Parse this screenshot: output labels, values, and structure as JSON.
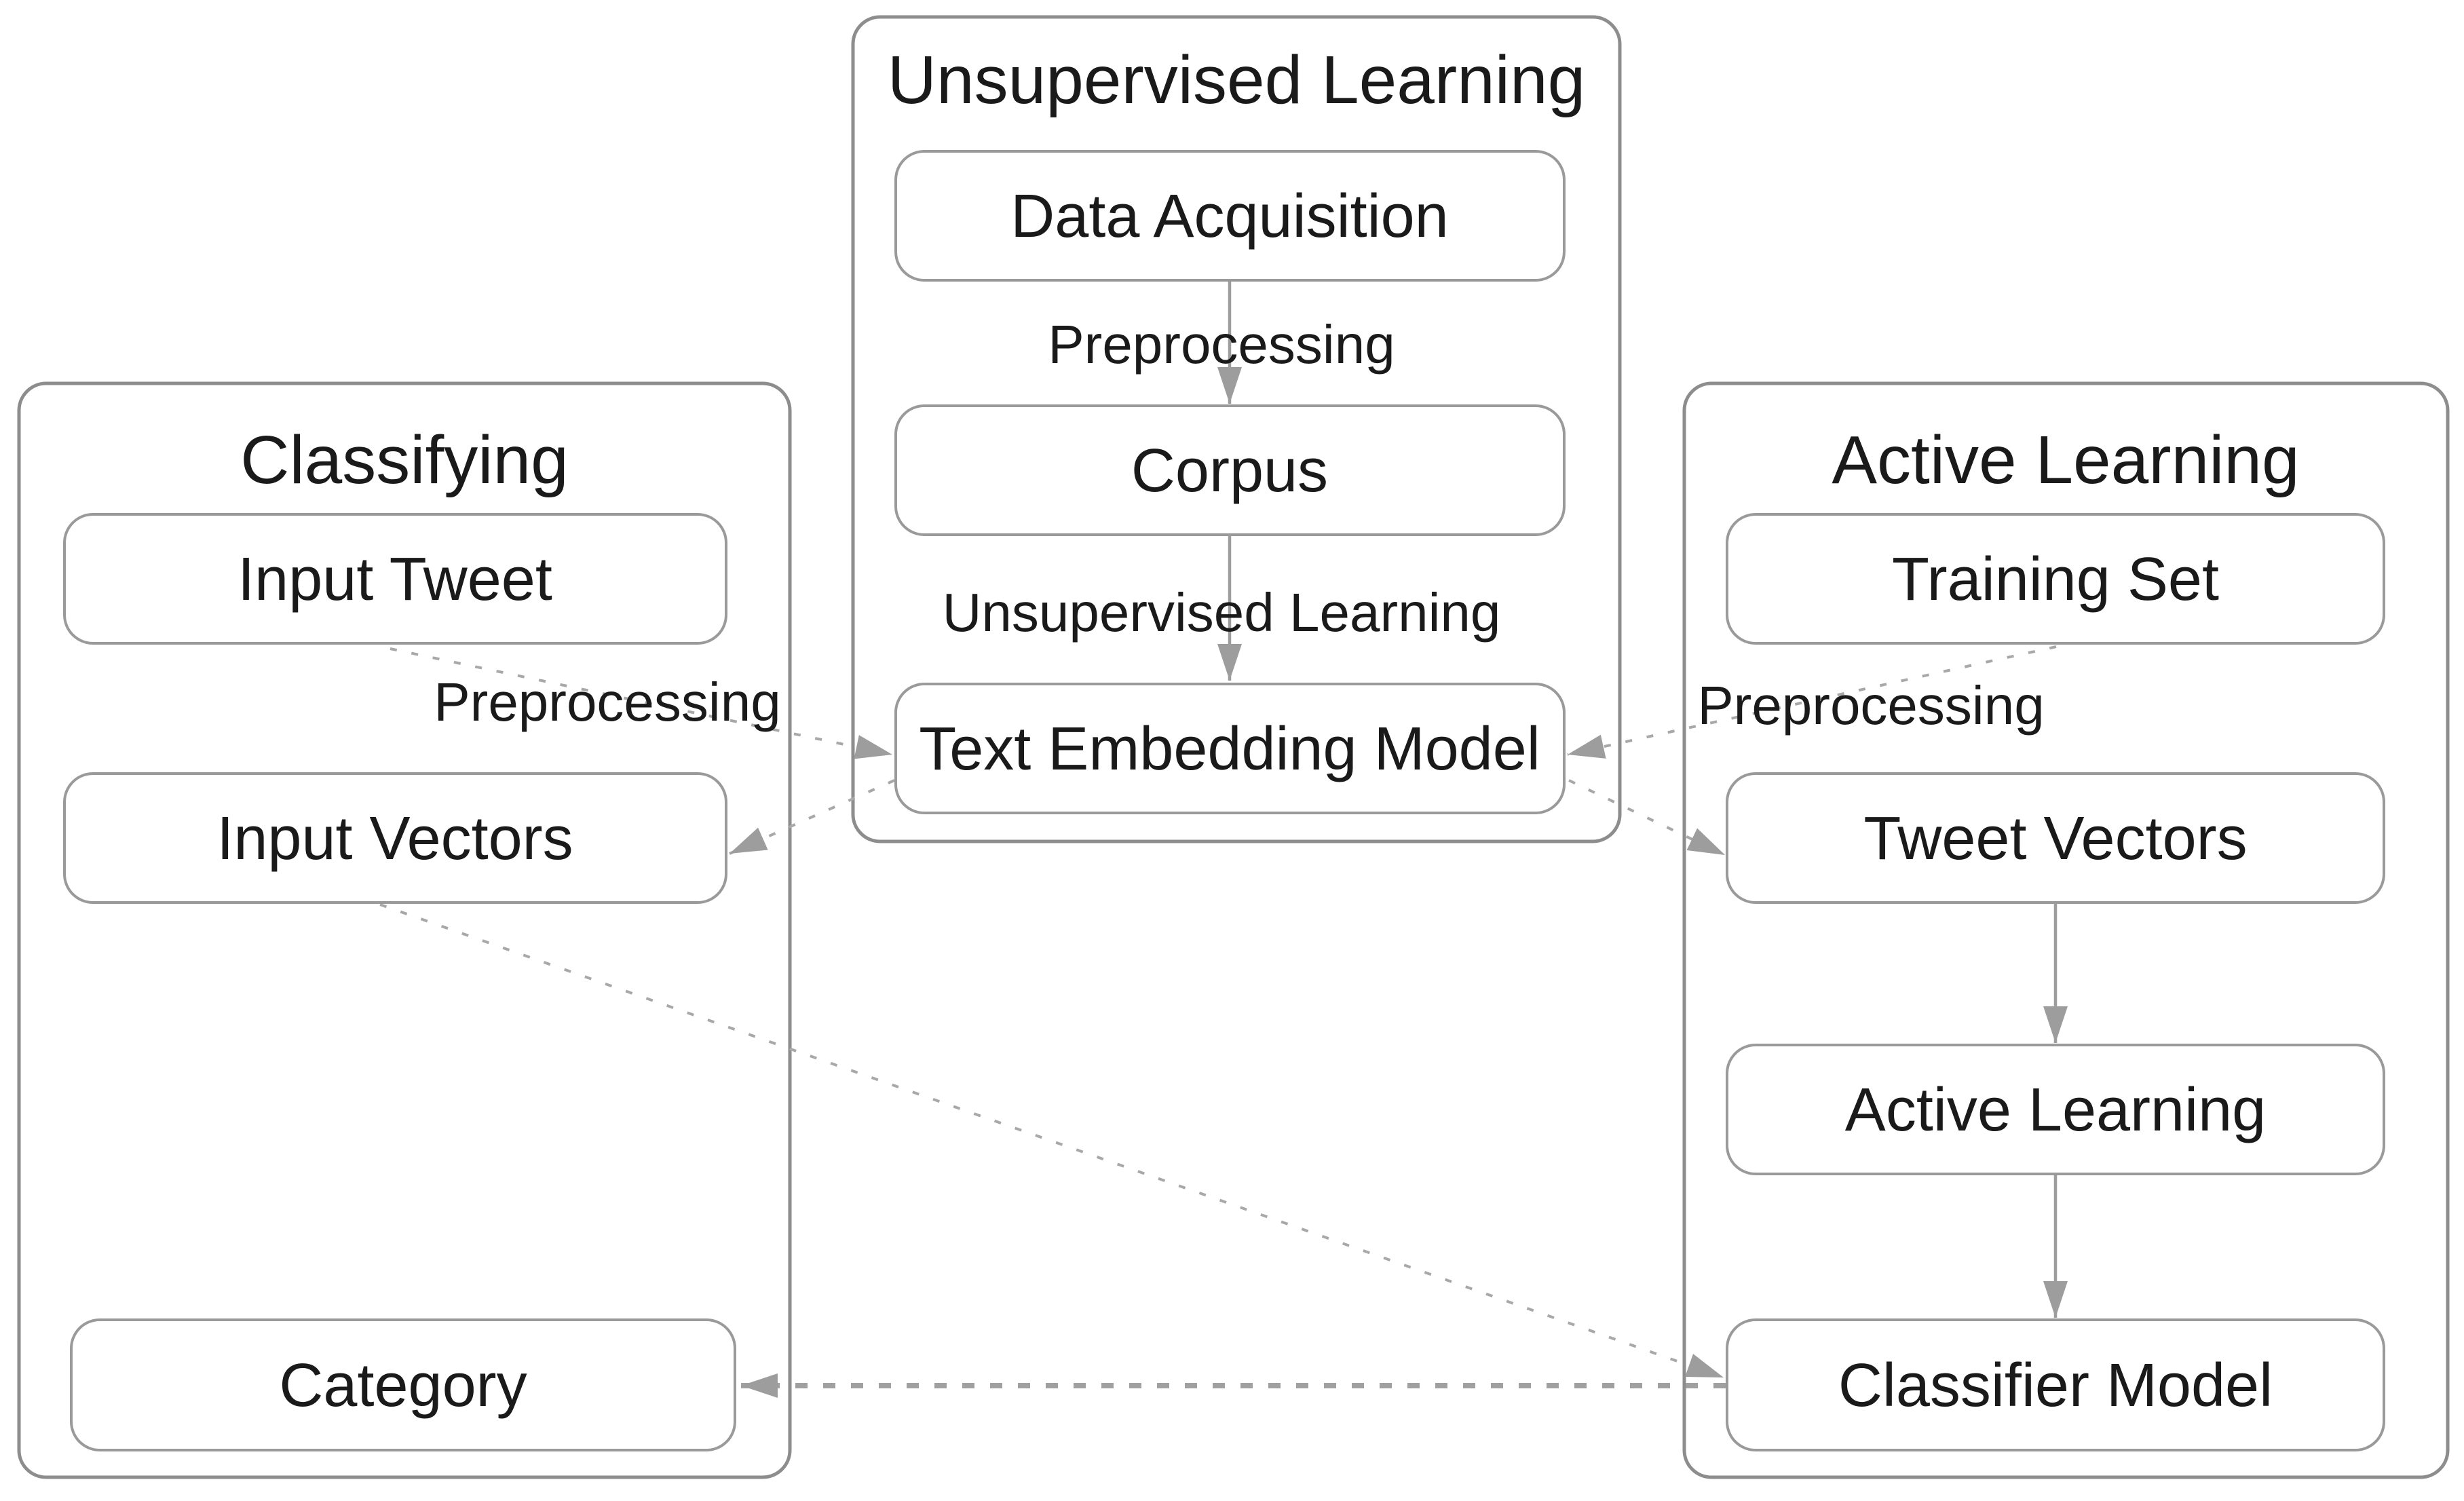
{
  "figure": {
    "type": "flow-diagram",
    "background": "#ffffff"
  },
  "colors": {
    "panel_border": "#8d8d8d",
    "box_border": "#9a9a9a",
    "arrow_gray": "#9d9d9d",
    "dashed_gray": "#a8a8a8",
    "text": "#1a1a1a"
  },
  "panels": {
    "classifying": {
      "title": "Classifying"
    },
    "unsupervised": {
      "title": "Unsupervised Learning"
    },
    "active": {
      "title": "Active Learning"
    }
  },
  "nodes": {
    "data_acquisition": "Data Acquisition",
    "corpus": "Corpus",
    "text_embedding_model": "Text Embedding Model",
    "input_tweet": "Input Tweet",
    "input_vectors": "Input Vectors",
    "category": "Category",
    "training_set": "Training Set",
    "tweet_vectors": "Tweet Vectors",
    "active_learning": "Active Learning",
    "classifier_model": "Classifier Model"
  },
  "edge_labels": {
    "center_preprocessing": "Preprocessing",
    "center_unsupervised": "Unsupervised Learning",
    "left_preprocessing": "Preprocessing",
    "right_preprocessing": "Preprocessing"
  },
  "edges": [
    {
      "from": "data_acquisition",
      "to": "corpus",
      "style": "solid",
      "label": "Preprocessing"
    },
    {
      "from": "corpus",
      "to": "text_embedding_model",
      "style": "solid",
      "label": "Unsupervised Learning"
    },
    {
      "from": "input_tweet",
      "to": "text_embedding_model",
      "style": "dashed",
      "label": "Preprocessing"
    },
    {
      "from": "text_embedding_model",
      "to": "input_vectors",
      "style": "dashed",
      "label": ""
    },
    {
      "from": "training_set",
      "to": "text_embedding_model",
      "style": "dashed",
      "label": "Preprocessing"
    },
    {
      "from": "text_embedding_model",
      "to": "tweet_vectors",
      "style": "dashed",
      "label": ""
    },
    {
      "from": "tweet_vectors",
      "to": "active_learning",
      "style": "solid",
      "label": ""
    },
    {
      "from": "active_learning",
      "to": "classifier_model",
      "style": "solid",
      "label": ""
    },
    {
      "from": "input_vectors",
      "to": "classifier_model",
      "style": "dashed",
      "label": ""
    },
    {
      "from": "classifier_model",
      "to": "category",
      "style": "dashed",
      "label": ""
    }
  ]
}
